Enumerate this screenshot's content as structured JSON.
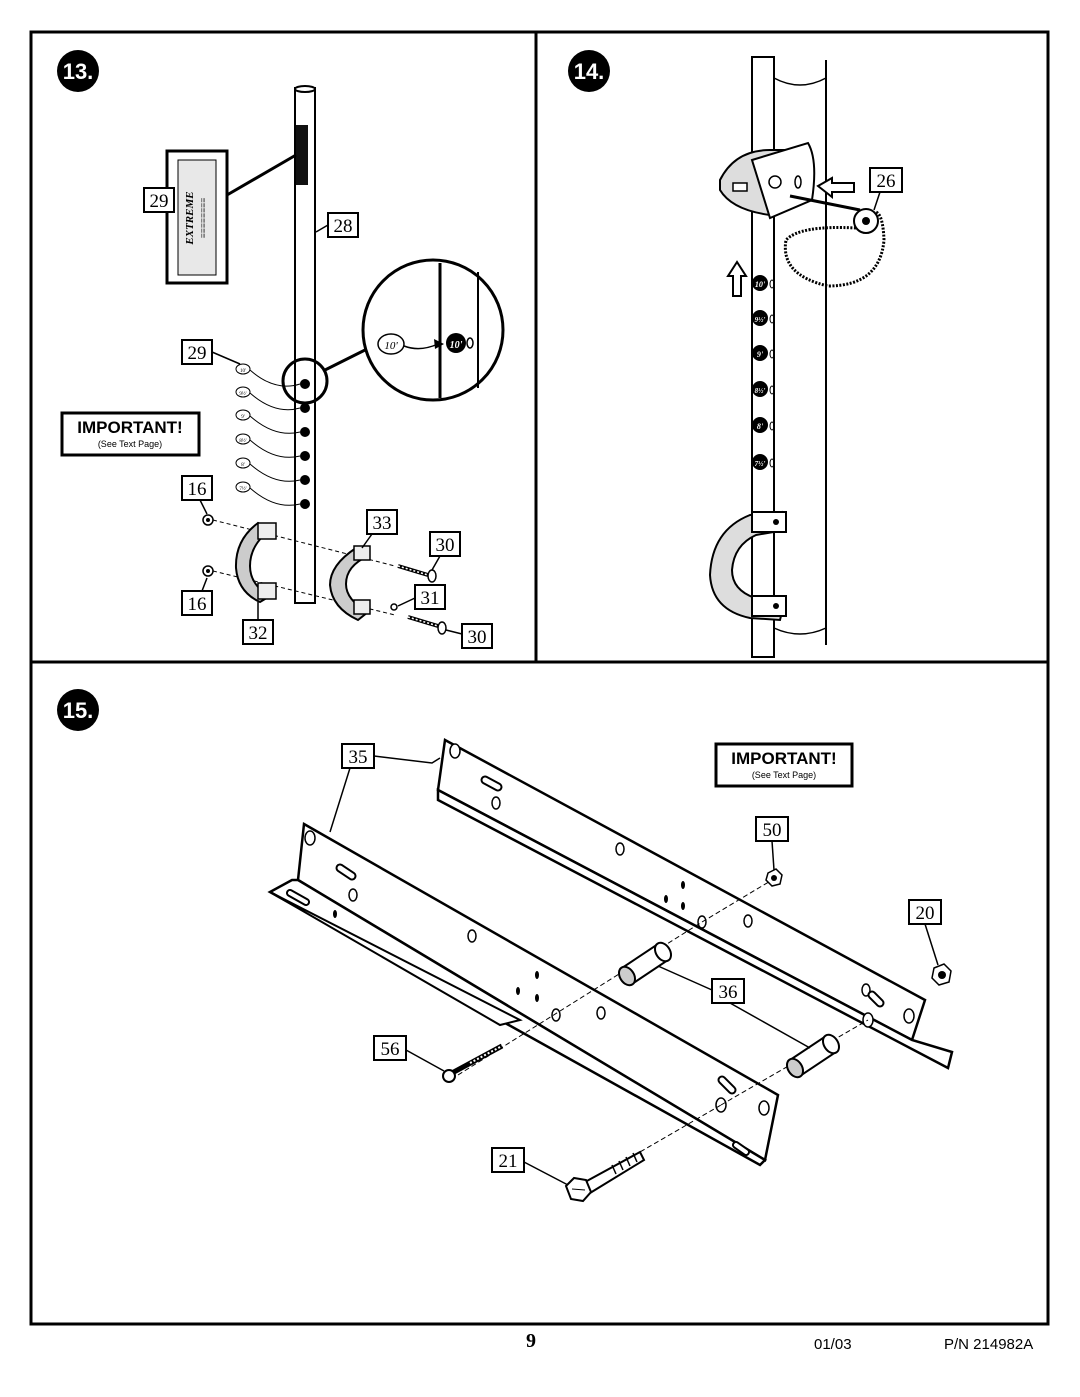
{
  "steps": {
    "s13": "13.",
    "s14": "14.",
    "s15": "15."
  },
  "important": {
    "title": "IMPORTANT!",
    "sub": "(See Text Page)"
  },
  "callouts13": {
    "c29a": "29",
    "c28": "28",
    "c29b": "29",
    "c16a": "16",
    "c16b": "16",
    "c33": "33",
    "c30a": "30",
    "c31": "31",
    "c32": "32",
    "c30b": "30"
  },
  "zoom_labels": {
    "left": "10'",
    "right": "10'"
  },
  "pole_marks13": [
    "10'",
    "9½'",
    "9'",
    "8½'",
    "8'",
    "7½'"
  ],
  "callouts14": {
    "c26": "26"
  },
  "pole_marks14": [
    "10'",
    "9½'",
    "9'",
    "8½'",
    "8'",
    "7½'"
  ],
  "callouts15": {
    "c35": "35",
    "c50": "50",
    "c20": "20",
    "c36": "36",
    "c56": "56",
    "c21": "21"
  },
  "footer": {
    "page": "9",
    "date": "01/03",
    "pn": "P/N 214982A"
  }
}
